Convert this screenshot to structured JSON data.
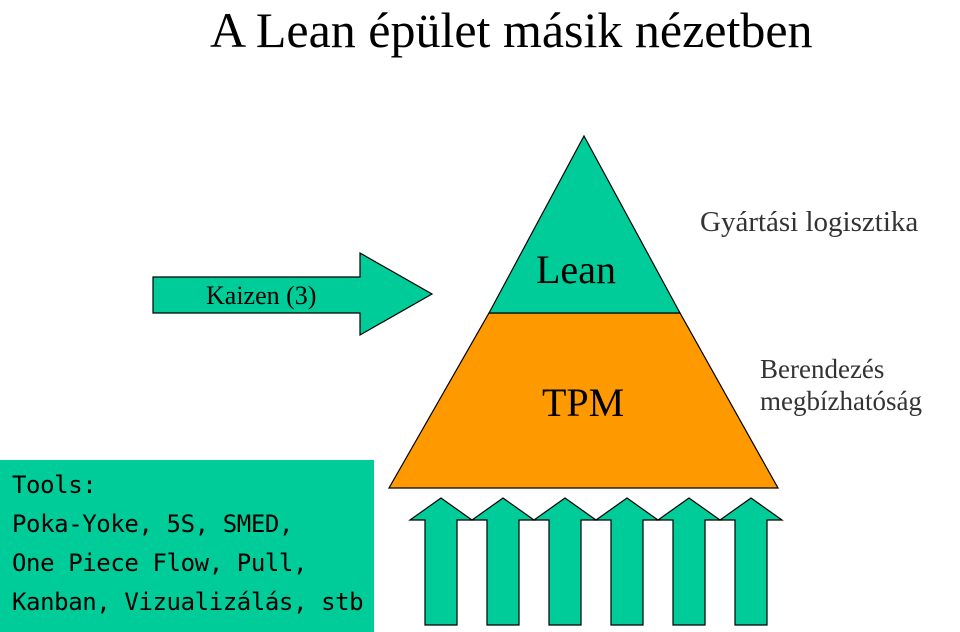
{
  "title": "A Lean épület másik nézetben",
  "colors": {
    "green": "#00cc99",
    "orange": "#ff9900",
    "stroke": "#000000"
  },
  "pyramid": {
    "top_label": "Lean",
    "bottom_label": "TPM"
  },
  "kaizen_arrow": {
    "label": "Kaizen (3)"
  },
  "side_labels": {
    "logistics": "Gyártási logisztika",
    "reliability_line1": "Berendezés",
    "reliability_line2": "megbízhatóság"
  },
  "tools": {
    "lines": [
      "Tools:",
      "Poka-Yoke, 5S, SMED,",
      "One Piece Flow, Pull,",
      "Kanban, Vizualizálás, stb"
    ]
  },
  "support_arrows": {
    "count": 6
  }
}
